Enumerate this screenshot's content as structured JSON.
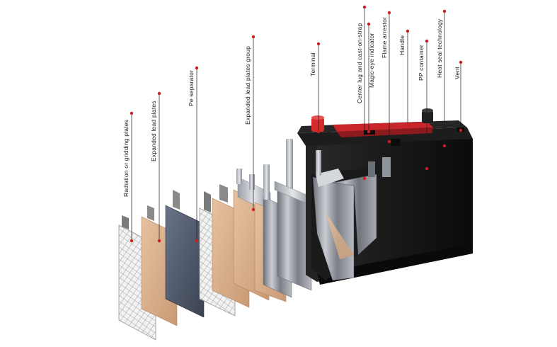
{
  "header": {
    "title_fragment": ""
  },
  "labels": [
    "Radiation or gridding plates",
    "Expanded lead plates",
    "Pe separator",
    "Expanded lead plates group",
    "Terminal",
    "Center lug and cast-on-strap",
    "Magic-eye indicator",
    "Flame arrestor",
    "Handle",
    "PP container",
    "Heat seal technology",
    "Vent"
  ],
  "colors": {
    "leader": "#cc1f1f",
    "container": "#141414",
    "lid_accent": "#c8262a",
    "plate_paste": "#d9b18e",
    "separator": "#4c5668",
    "grid": "#8c8c8c"
  }
}
